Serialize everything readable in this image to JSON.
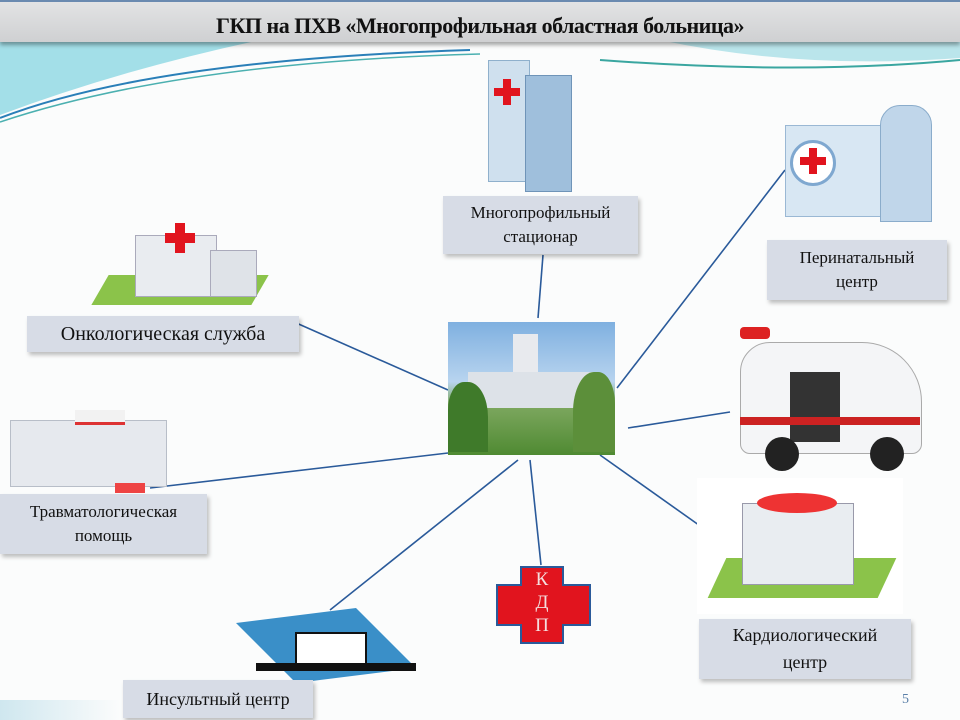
{
  "slide": {
    "title": "ГКП на ПХВ «Многопрофильная областная больница»",
    "page_number": "5",
    "accent_color": "#2a5a9a",
    "nodes": [
      {
        "id": "stationar",
        "label_line1": "Многопрофильный",
        "label_line2": "стационар"
      },
      {
        "id": "perinatal",
        "label_line1": "Перинатальный",
        "label_line2": "центр"
      },
      {
        "id": "oncology",
        "label_line1": "Онкологическая служба"
      },
      {
        "id": "trauma",
        "label_line1": "Травматологическая",
        "label_line2": "помощь"
      },
      {
        "id": "cardio",
        "label_line1": "Кардиологический",
        "label_line2": "центр"
      },
      {
        "id": "stroke",
        "label_line1": "Инсультный  центр"
      }
    ],
    "kdp": {
      "letters": [
        "К",
        "Д",
        "П"
      ],
      "color": "#e1141e"
    }
  }
}
